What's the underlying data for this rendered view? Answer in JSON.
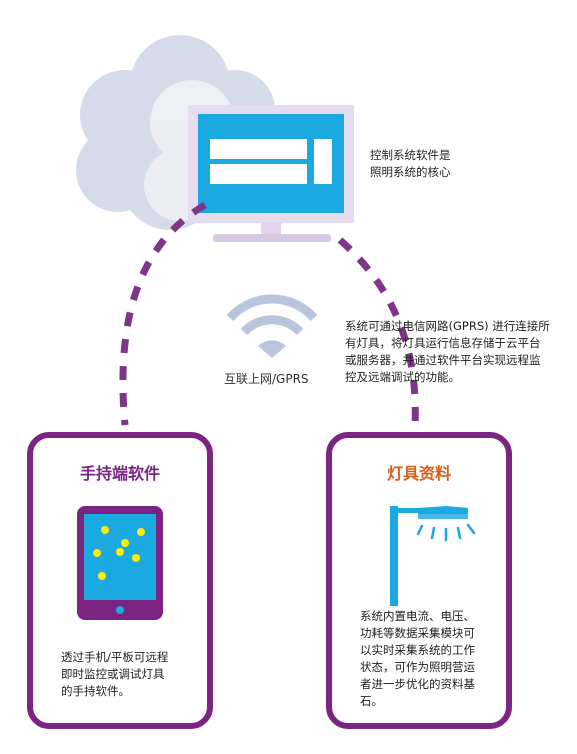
{
  "colors": {
    "purple": "#7b2482",
    "purple_dash": "#7d3688",
    "blue": "#1aa9e1",
    "orange": "#d4601c",
    "yellow": "#ffec00",
    "cloud": "#d5dbe8",
    "wifi": "#b9c5dc"
  },
  "cloud_note": {
    "line1": "控制系统软件是",
    "line2": "照明系统的核心"
  },
  "network_note": {
    "line1": "系统可通过电信网路(GPRS) 进行连接所",
    "line2": "有灯具，将灯具运行信息存储于云平台",
    "line3": "或服务器，并通过软件平台实现远程监",
    "line4": "控及远端调试的功能。"
  },
  "wifi_label": "互联上网/GPRS",
  "handheld": {
    "title": "手持端软件",
    "line1": "透过手机/平板可远程",
    "line2": "即时监控或调试灯具",
    "line3": "的手持软件。"
  },
  "fixture": {
    "title": "灯具资料",
    "line1": "系统内置电流、电压、",
    "line2": "功耗等数据采集模块可",
    "line3": "以实时采集系统的工作",
    "line4": "状态，可作为照明营运",
    "line5": "者进一步优化的资料基",
    "line6": "石。"
  }
}
